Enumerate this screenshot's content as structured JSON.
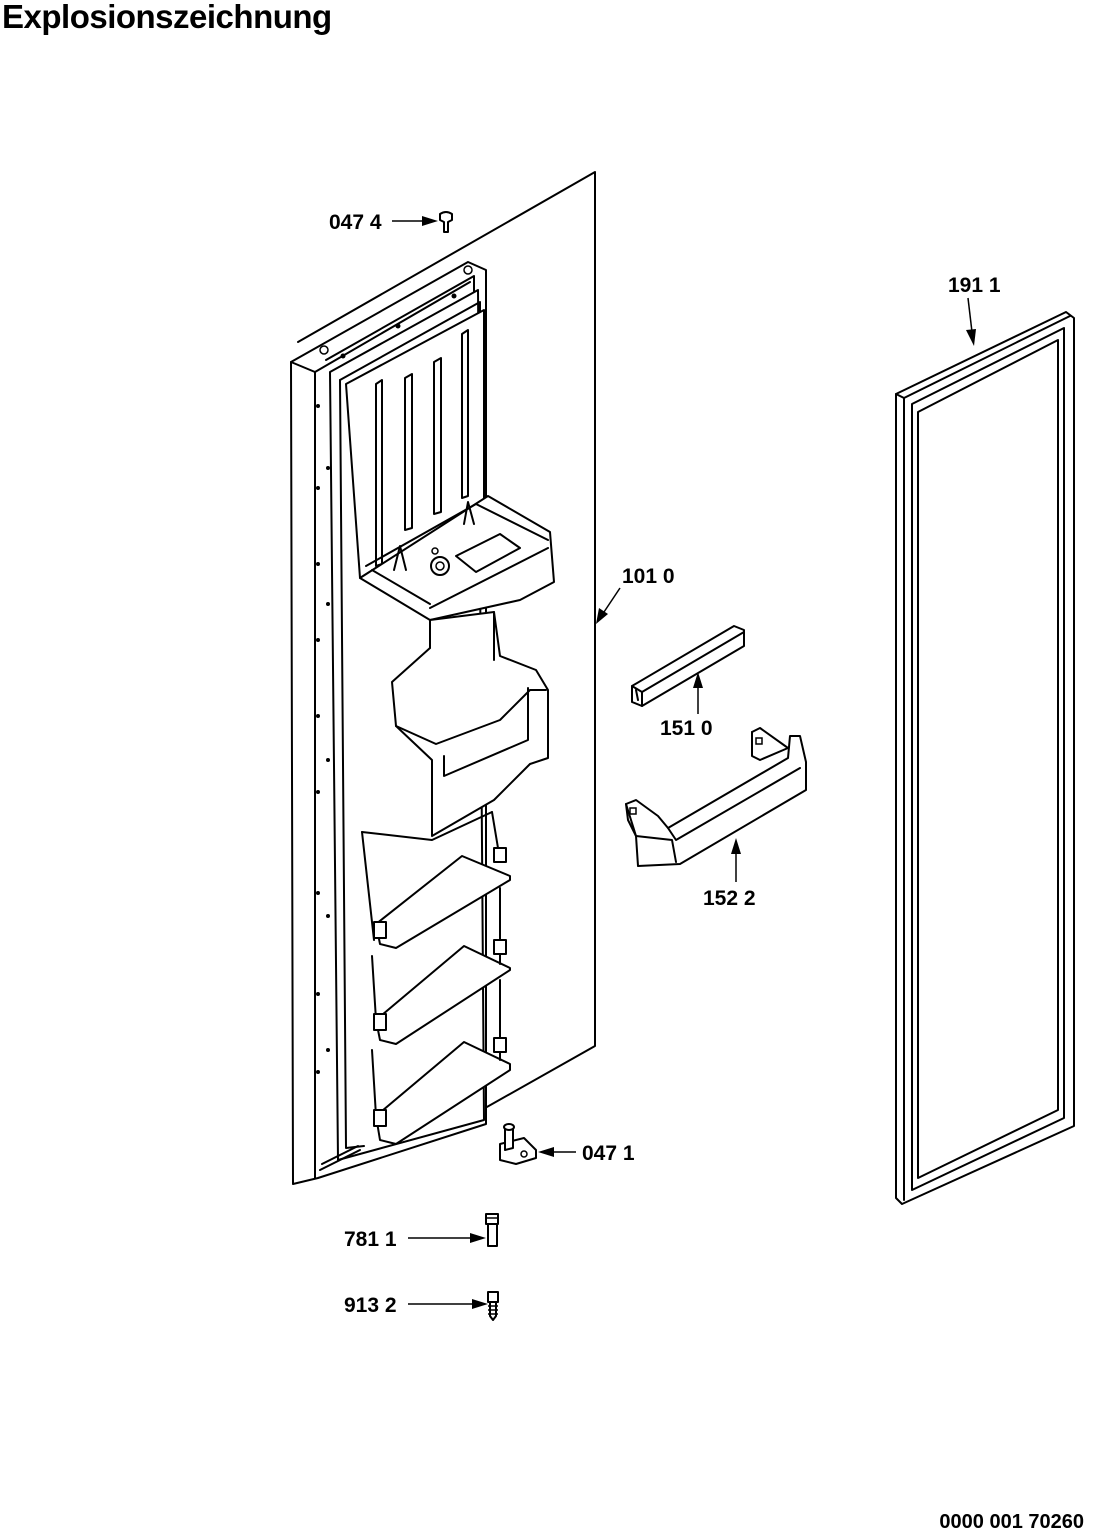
{
  "title": "Explosionszeichnung",
  "document_number": "0000 001 70260",
  "parts": [
    {
      "id": "door",
      "label": "101 0"
    },
    {
      "id": "gasket",
      "label": "191 1"
    },
    {
      "id": "top-pin",
      "label": "047 4"
    },
    {
      "id": "bottom-hinge",
      "label": "047 1"
    },
    {
      "id": "shelf-rail",
      "label": "151 0"
    },
    {
      "id": "door-shelf",
      "label": "152 2"
    },
    {
      "id": "bushing",
      "label": "781 1"
    },
    {
      "id": "screw",
      "label": "913 2"
    }
  ]
}
